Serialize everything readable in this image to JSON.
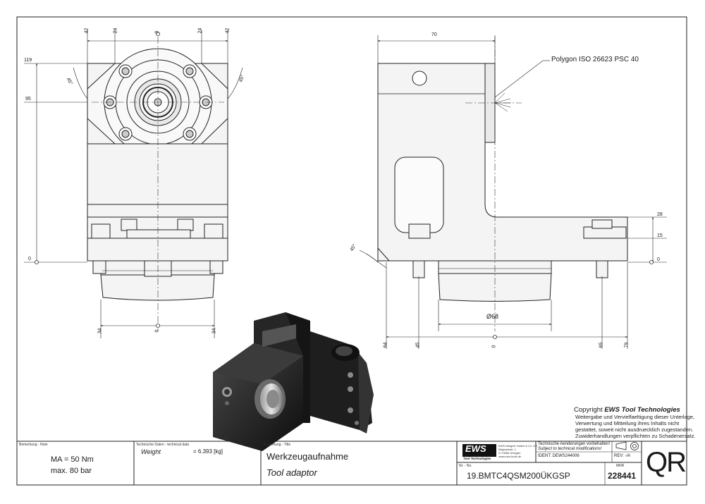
{
  "dimensions": {
    "front_top": [
      "42",
      "24",
      "0",
      "24",
      "42"
    ],
    "front_left": [
      "119",
      "95",
      "0"
    ],
    "front_bottom": [
      "34",
      "0",
      "34"
    ],
    "angle_front_left": "45°",
    "angle_front_right": "45°",
    "side_top": "70",
    "side_right": [
      "28",
      "15",
      "0"
    ],
    "side_bottom": [
      "64",
      "45",
      "0",
      "65",
      "79"
    ],
    "side_diameter": "Ø68",
    "side_angle": "45°"
  },
  "callout": "Polygon ISO 26623 PSC 40",
  "copyright": {
    "line1_prefix": "Copyright",
    "line1_brand": "EWS Tool Technologies",
    "lines": [
      "Weitergabe und Vervielfaeltigung dieser Unterlage,",
      "Verwertung und Mitteilung ihres Inhalts nicht",
      "gestattet, soweit nicht ausdruecklich zugestanden.",
      "Zuwiderhandlungen verpflichten zu Schadenersatz."
    ]
  },
  "title_block": {
    "remark_label": "Bemerkung - Note",
    "remark_lines": [
      "MA = 50 Nm",
      "max. 80 bar"
    ],
    "tech_label": "Technische Daten - technical data",
    "weight_label": "Weight",
    "weight_value": "=   6.393 [kg]",
    "name_label": "Benennung - Title",
    "name_de": "Werkzeugaufnahme",
    "name_en": "Tool adaptor",
    "logo": "EWS",
    "logo_sub": "Tool Technologies",
    "company": [
      "EWS Weigele GmbH & Co. KG",
      "Maybachstr. 1",
      "D-73066 Uhingen",
      "www.ews-tools.de"
    ],
    "change_de": "Technische Aenderungen vorbehalten!",
    "change_en": "Subject to technical modifications!",
    "ident": "IDENT:  DEWS244006",
    "rev": "REV:  -/A",
    "nr_label": "Nr. - No.",
    "nr": "19.BMTC4QSM200ÜKGSP",
    "mnr_label": "MNR",
    "mnr": "228441",
    "qr": "QR"
  }
}
